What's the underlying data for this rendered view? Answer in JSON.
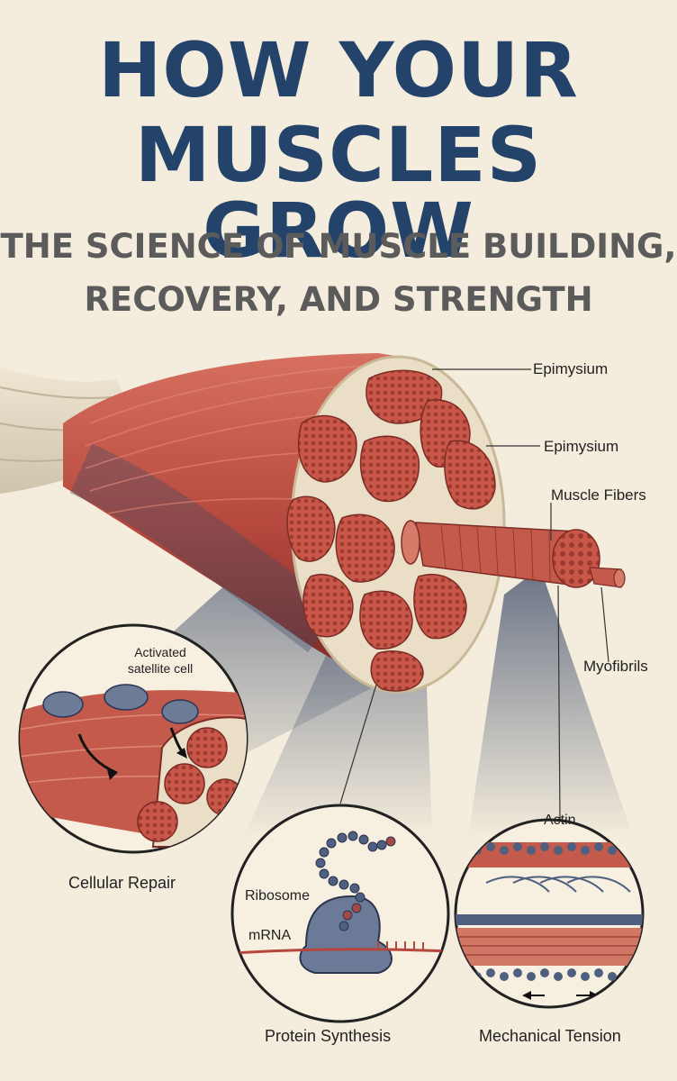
{
  "title": {
    "line1": "HOW YOUR",
    "line2": "MUSCLES GROW"
  },
  "subtitle": {
    "line1": "THE SCIENCE OF MUSCLE BUILDING,",
    "line2": "RECOVERY, AND STRENGTH"
  },
  "anatomy_labels": {
    "epimysium_1": "Epimysium",
    "epimysium_2": "Epimysium",
    "muscle_fibers": "Muscle Fibers",
    "myofibrils": "Myofibrils"
  },
  "panels": {
    "cellular_repair": {
      "caption": "Cellular Repair",
      "annotation_line1": "Activated",
      "annotation_line2": "satellite cell"
    },
    "protein_synthesis": {
      "caption": "Protein Synthesis",
      "ribosome": "Ribosome",
      "mrna": "mRNA"
    },
    "mechanical_tension": {
      "caption": "Mechanical Tension",
      "actin": "Actin"
    }
  },
  "colors": {
    "title": "#23436b",
    "subtitle": "#5b5b5b",
    "muscle": "#c1574b",
    "background": "#f4ecdc"
  }
}
